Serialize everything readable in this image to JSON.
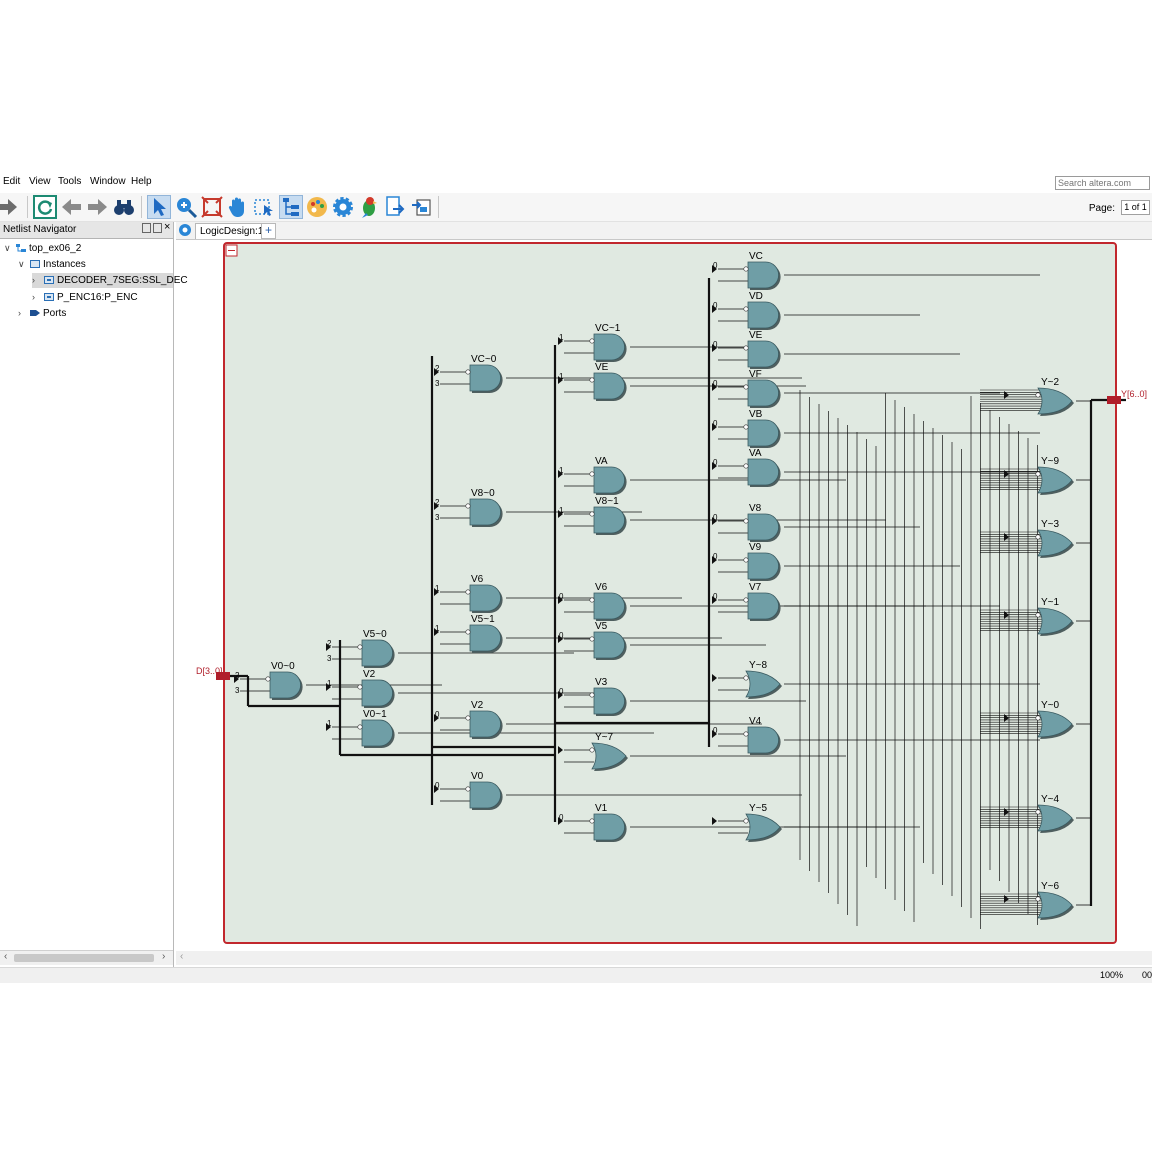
{
  "menu": {
    "items": [
      "Edit",
      "View",
      "Tools",
      "Window",
      "Help"
    ]
  },
  "search": {
    "placeholder": "Search altera.com"
  },
  "toolbar": {
    "icons": [
      "forward-icon",
      "refresh-icon",
      "back-arrow-icon",
      "forward-arrow-icon",
      "binoculars-icon",
      "pointer-icon",
      "zoom-icon",
      "fit-icon",
      "hand-icon",
      "area-select-icon",
      "hierarchy-icon",
      "palette-icon",
      "gear-icon",
      "parrot-icon",
      "export-icon",
      "import-icon"
    ],
    "page_label": "Page:",
    "page_value": "1 of 1"
  },
  "navigator": {
    "title": "Netlist Navigator",
    "tree": [
      {
        "label": "top_ex06_2",
        "icon": "hierarchy-icon",
        "expanded": true
      },
      {
        "label": "Instances",
        "icon": "folder-icon",
        "expanded": true
      },
      {
        "label": "DECODER_7SEG:SSL_DEC",
        "icon": "instance-icon",
        "selected": true
      },
      {
        "label": "P_ENC16:P_ENC",
        "icon": "instance-icon"
      },
      {
        "label": "Ports",
        "icon": "port-icon"
      }
    ]
  },
  "tab": {
    "label": "LogicDesign:1",
    "add": "+"
  },
  "schematic": {
    "input_port": "D[3..0]",
    "output_port": "Y[6..0]",
    "gate_fill": "#6f9ea6",
    "background": "#e0e9e1",
    "border": "#c1272d",
    "gates": [
      {
        "name": "V0~0",
        "pins": [
          "2",
          "3"
        ]
      },
      {
        "name": "V5~0",
        "pins": [
          "2",
          "3"
        ]
      },
      {
        "name": "V2",
        "pins": [
          "1"
        ]
      },
      {
        "name": "V0~1",
        "pins": [
          "1"
        ]
      },
      {
        "name": "VC~0",
        "pins": [
          "2",
          "3"
        ]
      },
      {
        "name": "V8~0",
        "pins": [
          "2",
          "3"
        ]
      },
      {
        "name": "V6",
        "pins": [
          "1"
        ]
      },
      {
        "name": "V5~1",
        "pins": [
          "1"
        ]
      },
      {
        "name": "V2",
        "pins": [
          "0"
        ]
      },
      {
        "name": "V0",
        "pins": [
          "0"
        ]
      },
      {
        "name": "VC~1",
        "pins": [
          "1"
        ]
      },
      {
        "name": "VE",
        "pins": [
          "1"
        ]
      },
      {
        "name": "VA",
        "pins": [
          "1"
        ]
      },
      {
        "name": "V8~1",
        "pins": [
          "1"
        ]
      },
      {
        "name": "V6",
        "pins": [
          "0"
        ]
      },
      {
        "name": "V5",
        "pins": [
          "0"
        ]
      },
      {
        "name": "V3",
        "pins": [
          "0"
        ]
      },
      {
        "name": "Y~7",
        "pins": []
      },
      {
        "name": "V1",
        "pins": [
          "0"
        ]
      },
      {
        "name": "VC",
        "pins": [
          "0"
        ]
      },
      {
        "name": "VD",
        "pins": [
          "0"
        ]
      },
      {
        "name": "VE",
        "pins": [
          "0"
        ]
      },
      {
        "name": "VF",
        "pins": [
          "0"
        ]
      },
      {
        "name": "VB",
        "pins": [
          "0"
        ]
      },
      {
        "name": "VA",
        "pins": [
          "0"
        ]
      },
      {
        "name": "V8",
        "pins": [
          "0"
        ]
      },
      {
        "name": "V9",
        "pins": [
          "0"
        ]
      },
      {
        "name": "V7",
        "pins": [
          "0"
        ]
      },
      {
        "name": "Y~8",
        "pins": []
      },
      {
        "name": "V4",
        "pins": [
          "0"
        ]
      },
      {
        "name": "Y~5",
        "pins": []
      },
      {
        "name": "Y~2",
        "pins": []
      },
      {
        "name": "Y~9",
        "pins": []
      },
      {
        "name": "Y~3",
        "pins": []
      },
      {
        "name": "Y~1",
        "pins": []
      },
      {
        "name": "Y~0",
        "pins": []
      },
      {
        "name": "Y~4",
        "pins": []
      },
      {
        "name": "Y~6",
        "pins": []
      }
    ]
  },
  "status": {
    "zoom": "100%",
    "tail": "00"
  }
}
